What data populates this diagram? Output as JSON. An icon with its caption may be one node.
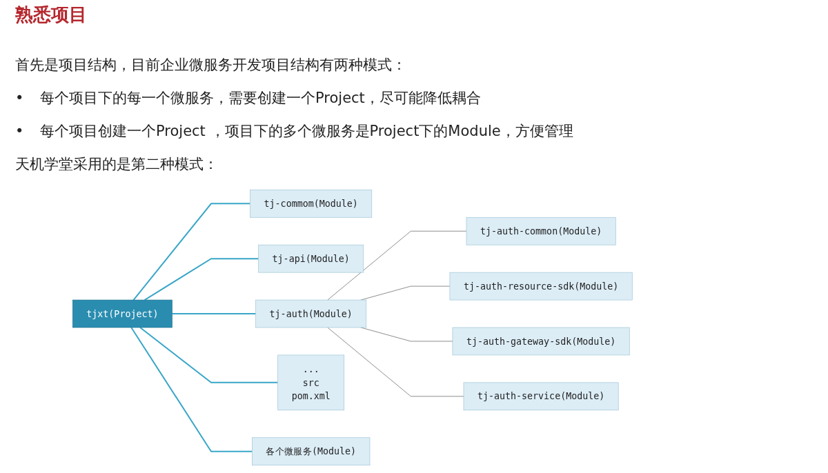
{
  "diagram": {
    "title": "熟悉项目",
    "nodes": [
      {
        "text": [
          "tjxt(Project)"
        ]
      },
      {
        "text": [
          "tj-commom(Module)"
        ]
      },
      {
        "text": [
          "tj-api(Module)"
        ]
      },
      {
        "text": [
          "tj-auth(Module)"
        ]
      },
      {
        "text": [
          "...",
          "src",
          "pom.xml"
        ]
      },
      {
        "text": [
          "各个微服务(Module)"
        ]
      },
      {
        "text": [
          "tj-auth-common(Module)"
        ]
      },
      {
        "text": [
          "tj-auth-resource-sdk(Module)"
        ]
      },
      {
        "text": [
          "tj-auth-gateway-sdk(Module)"
        ]
      },
      {
        "text": [
          "tj-auth-service(Module)"
        ]
      }
    ],
    "edges": [
      {
        "from": 0,
        "to": 1,
        "arrow": "none"
      },
      {
        "from": 0,
        "to": 2,
        "arrow": "none"
      },
      {
        "from": 0,
        "to": 3,
        "arrow": "none"
      },
      {
        "from": 0,
        "to": 4,
        "arrow": "none"
      },
      {
        "from": 0,
        "to": 5,
        "arrow": "none"
      },
      {
        "from": 3,
        "to": 6,
        "arrow": "none",
        "color": "#555555"
      },
      {
        "from": 3,
        "to": 7,
        "arrow": "none",
        "color": "#555555"
      },
      {
        "from": 3,
        "to": 8,
        "arrow": "none",
        "color": "#555555"
      },
      {
        "from": 3,
        "to": 9,
        "arrow": "none",
        "color": "#555555"
      }
    ],
    "labels": [
      "首先是项目结构，目前企业微服务开发项目结构有两种模式：",
      "•",
      "每个项目下的每一个微服务，需要创建一个Project，尽可能降低耦合",
      "•",
      "每个项目创建一个Project ，项目下的多个微服务是Project下的Module，方便管理",
      "天机学堂采用的是第二种模式："
    ]
  }
}
